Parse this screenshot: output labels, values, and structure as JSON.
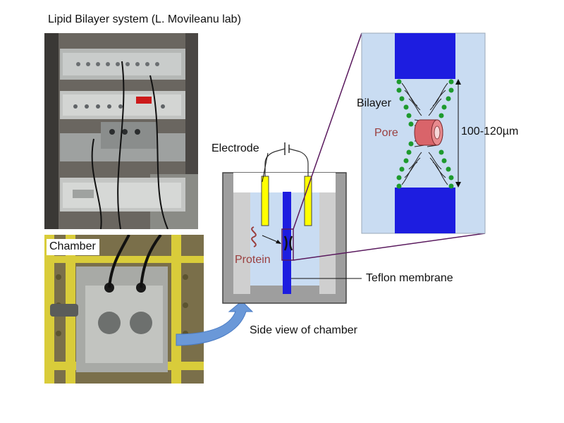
{
  "title": "Lipid Bilayer system (L. Movileanu lab)",
  "labels": {
    "chamber": "Chamber",
    "electrode": "Electrode",
    "protein": "Protein",
    "teflon_membrane": "Teflon membrane",
    "side_view": "Side view of chamber",
    "bilayer": "Bilayer",
    "pore": "Pore",
    "dimension": "100-120µm"
  },
  "colors": {
    "solution": "#c9dcf2",
    "teflon": "#1d1de0",
    "electrode": "#ffff00",
    "lipid_head": "#1e9a2e",
    "pore": "#d9646a",
    "protein_label": "#9a3f3f",
    "callout_line": "#5a1a5e",
    "arrow": "#6a98d8"
  },
  "photos": {
    "rack": "photo-equipment-rack",
    "chamber": "photo-chamber"
  }
}
